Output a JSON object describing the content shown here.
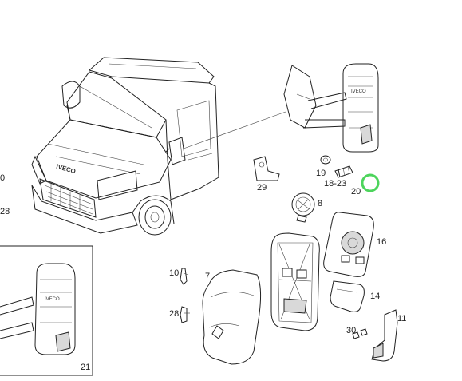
{
  "diagram": {
    "brand_text": "IVECO",
    "inset_brand_text": "IVECO",
    "mirror_brand_text": "IVECO",
    "highlight_color": "#2ecc40",
    "callouts": {
      "c10_left": "0",
      "c28_left": "28",
      "c29": "29",
      "c19": "19",
      "c18_23": "18-23",
      "c20": "20",
      "c8": "8",
      "c16": "16",
      "c7": "7",
      "c10": "10",
      "c28": "28",
      "c14": "14",
      "c30": "30",
      "c11": "11",
      "c21": "21"
    }
  }
}
